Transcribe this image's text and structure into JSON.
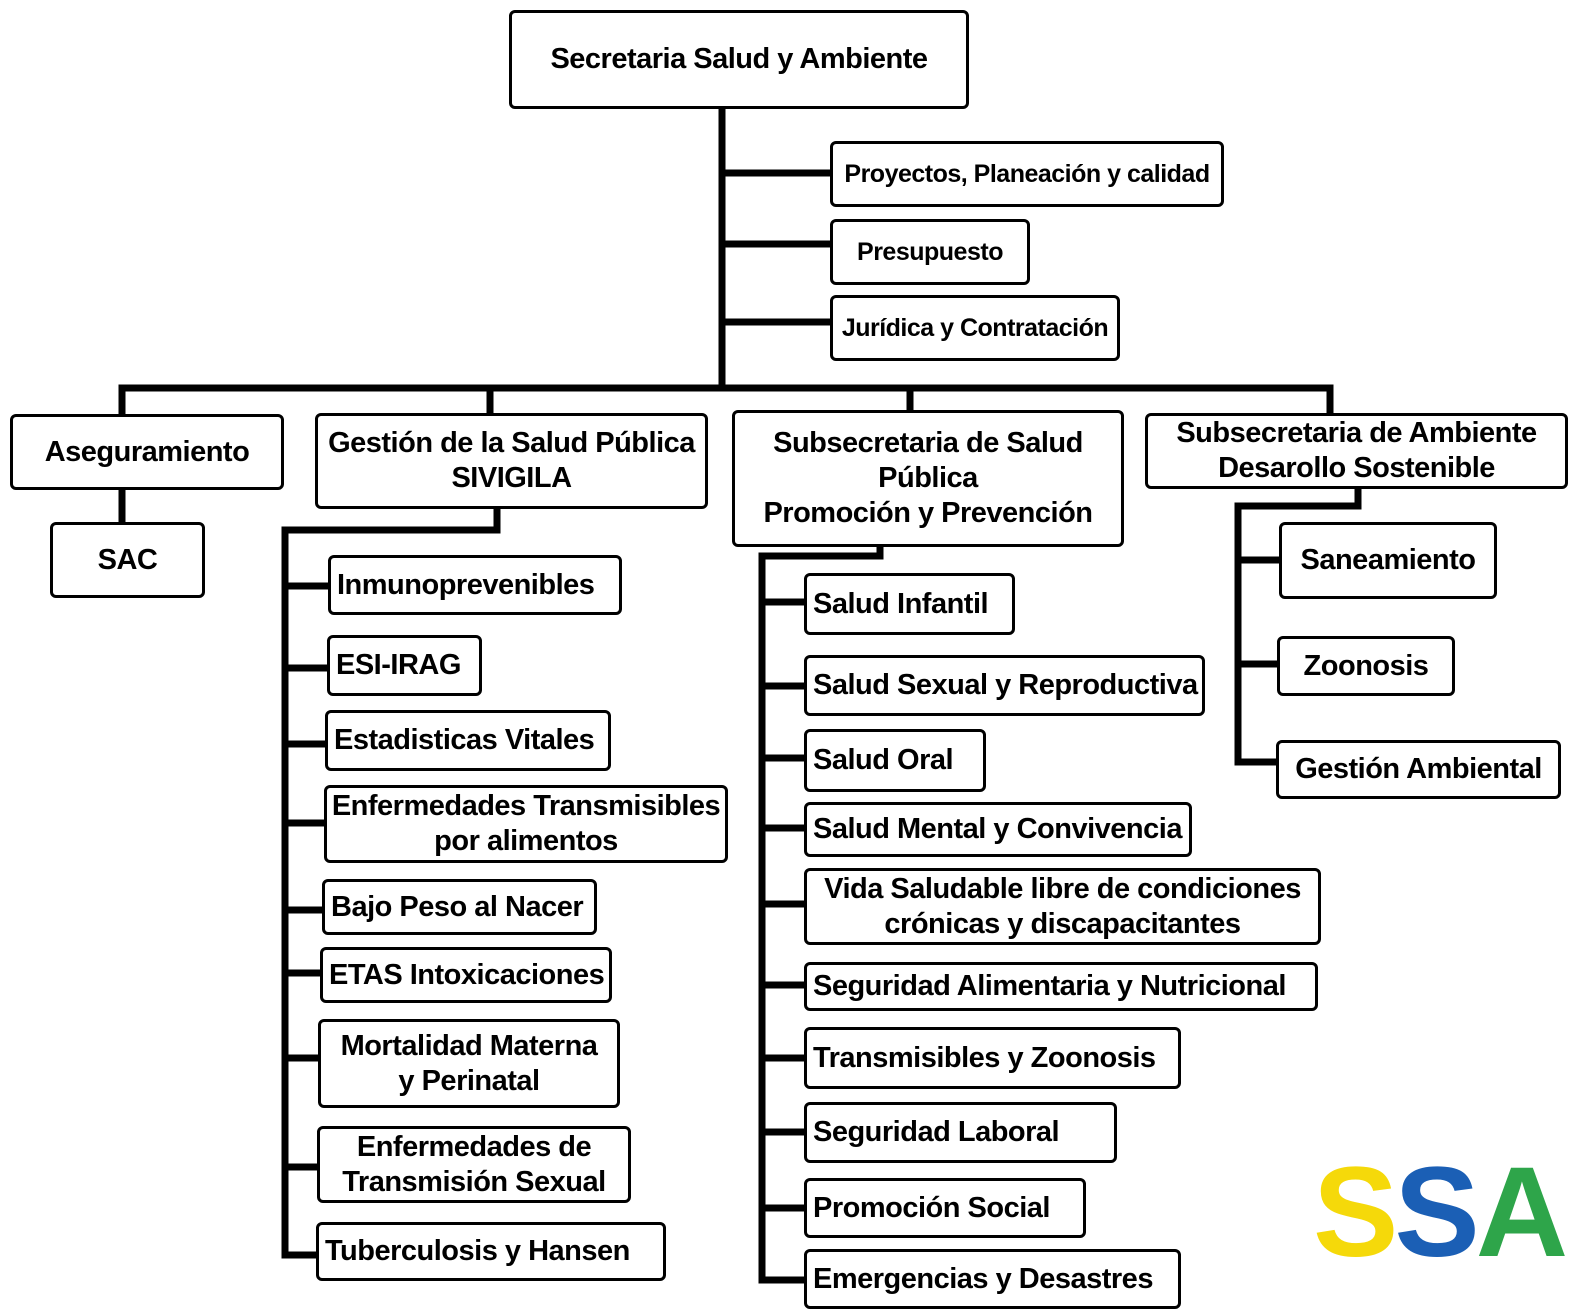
{
  "root": {
    "label": "Secretaria Salud y Ambiente"
  },
  "staff": [
    {
      "label": "Proyectos, Planeación y calidad"
    },
    {
      "label": "Presupuesto"
    },
    {
      "label": "Jurídica y Contratación"
    }
  ],
  "departments": {
    "aseguramiento": {
      "label": "Aseguramiento",
      "children": [
        {
          "label": "SAC"
        }
      ]
    },
    "sivigila": {
      "label": "Gestión de la Salud Pública\nSIVIGILA",
      "children": [
        {
          "label": "Inmunoprevenibles"
        },
        {
          "label": "ESI-IRAG"
        },
        {
          "label": "Estadisticas Vitales"
        },
        {
          "label": "Enfermedades Transmisibles\npor alimentos"
        },
        {
          "label": "Bajo Peso al Nacer"
        },
        {
          "label": "ETAS Intoxicaciones"
        },
        {
          "label": "Mortalidad Materna\ny Perinatal"
        },
        {
          "label": "Enfermedades de\nTransmisión Sexual"
        },
        {
          "label": "Tuberculosis y Hansen"
        }
      ]
    },
    "salud_publica": {
      "label": "Subsecretaria de Salud\nPública\nPromoción y Prevención",
      "children": [
        {
          "label": "Salud Infantil"
        },
        {
          "label": "Salud Sexual y Reproductiva"
        },
        {
          "label": "Salud Oral"
        },
        {
          "label": "Salud Mental  y Convivencia"
        },
        {
          "label": "Vida Saludable libre de condiciones\ncrónicas y discapacitantes"
        },
        {
          "label": "Seguridad Alimentaria y Nutricional"
        },
        {
          "label": "Transmisibles y Zoonosis"
        },
        {
          "label": "Seguridad Laboral"
        },
        {
          "label": "Promoción Social"
        },
        {
          "label": "Emergencias y Desastres"
        }
      ]
    },
    "ambiente": {
      "label": "Subsecretaria de Ambiente\nDesarollo Sostenible",
      "children": [
        {
          "label": "Saneamiento"
        },
        {
          "label": "Zoonosis"
        },
        {
          "label": "Gestión Ambiental"
        }
      ]
    }
  },
  "logo": {
    "text": "SSA",
    "colors": {
      "s1": "#f5d90a",
      "s2": "#1b5fb5",
      "a": "#2ea54a"
    },
    "underline_colors": [
      "#2ea54a",
      "#f5d90a",
      "#d43a2a"
    ]
  }
}
